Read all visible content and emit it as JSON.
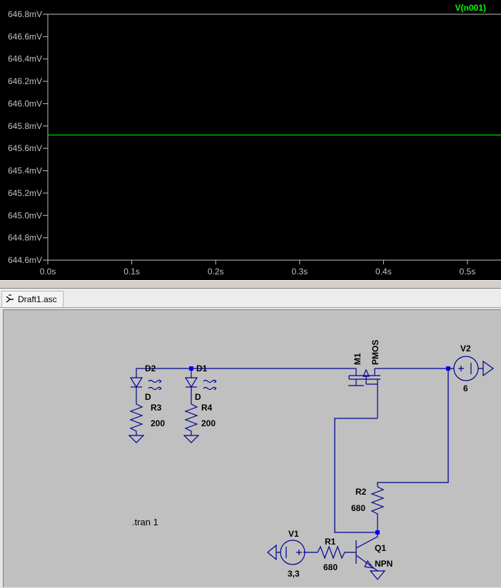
{
  "plot": {
    "trace_name": "V(n001)",
    "trace_color": "#00ff00",
    "y_ticks": [
      "646.8mV",
      "646.6mV",
      "646.4mV",
      "646.2mV",
      "646.0mV",
      "645.8mV",
      "645.6mV",
      "645.4mV",
      "645.2mV",
      "645.0mV",
      "644.8mV",
      "644.6mV"
    ],
    "x_ticks": [
      "0.0s",
      "0.1s",
      "0.2s",
      "0.3s",
      "0.4s",
      "0.5s"
    ]
  },
  "chart_data": {
    "type": "line",
    "xlabel": "",
    "ylabel": "",
    "xlim": [
      0,
      0.55
    ],
    "ylim": [
      644.6,
      646.8
    ],
    "x_unit": "s",
    "y_unit": "mV",
    "grid": false,
    "series": [
      {
        "name": "V(n001)",
        "color": "#00ff00",
        "x": [
          0,
          0.55
        ],
        "y": [
          645.72,
          645.72
        ]
      }
    ]
  },
  "tab": {
    "title": "Draft1.asc"
  },
  "schematic": {
    "directive": ".tran 1",
    "components": {
      "d2": {
        "ref": "D2",
        "value": "D"
      },
      "d1": {
        "ref": "D1",
        "value": "D"
      },
      "r3": {
        "ref": "R3",
        "value": "200"
      },
      "r4": {
        "ref": "R4",
        "value": "200"
      },
      "m1": {
        "ref": "M1",
        "value": "PMOS"
      },
      "v2": {
        "ref": "V2",
        "value": "6"
      },
      "r2": {
        "ref": "R2",
        "value": "680"
      },
      "v1": {
        "ref": "V1",
        "value": "3,3"
      },
      "r1": {
        "ref": "R1",
        "value": "680"
      },
      "q1": {
        "ref": "Q1",
        "value": "NPN"
      }
    }
  }
}
